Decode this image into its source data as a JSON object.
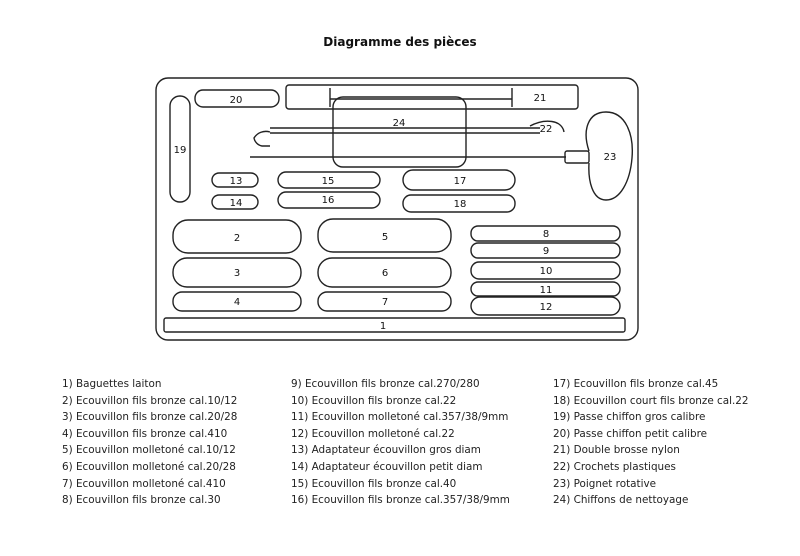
{
  "title": "Diagramme des pièces",
  "labels": {
    "p1": "1",
    "p2": "2",
    "p3": "3",
    "p4": "4",
    "p5": "5",
    "p6": "6",
    "p7": "7",
    "p8": "8",
    "p9": "9",
    "p10": "10",
    "p11": "11",
    "p12": "12",
    "p13": "13",
    "p14": "14",
    "p15": "15",
    "p16": "16",
    "p17": "17",
    "p18": "18",
    "p19": "19",
    "p20": "20",
    "p21": "21",
    "p22": "22",
    "p23": "23",
    "p24": "24"
  },
  "legend": [
    [
      "1) Baguettes laiton",
      "2) Ecouvillon fils bronze cal.10/12",
      "3) Ecouvillon fils bronze cal.20/28",
      "4) Ecouvillon fils bronze cal.410",
      "5) Ecouvillon molletoné cal.10/12",
      "6) Ecouvillon molletoné cal.20/28",
      "7) Ecouvillon molletoné cal.410",
      "8) Ecouvillon fils bronze cal.30"
    ],
    [
      "9) Ecouvillon fils bronze cal.270/280",
      "10) Ecouvillon fils bronze cal.22",
      "11) Ecouvillon molletoné cal.357/38/9mm",
      "12) Ecouvillon molletoné cal.22",
      "13) Adaptateur écouvillon gros diam",
      "14) Adaptateur écouvillon petit diam",
      "15) Ecouvillon fils bronze cal.40",
      "16) Ecouvillon fils bronze cal.357/38/9mm"
    ],
    [
      "17) Ecouvillon fils bronze cal.45",
      "18) Ecouvillon court fils bronze cal.22",
      "19) Passe chiffon gros calibre",
      "20) Passe chiffon petit calibre",
      "21) Double brosse nylon",
      "22) Crochets plastiques",
      "23) Poignet rotative",
      "24) Chiffons de nettoyage"
    ]
  ]
}
